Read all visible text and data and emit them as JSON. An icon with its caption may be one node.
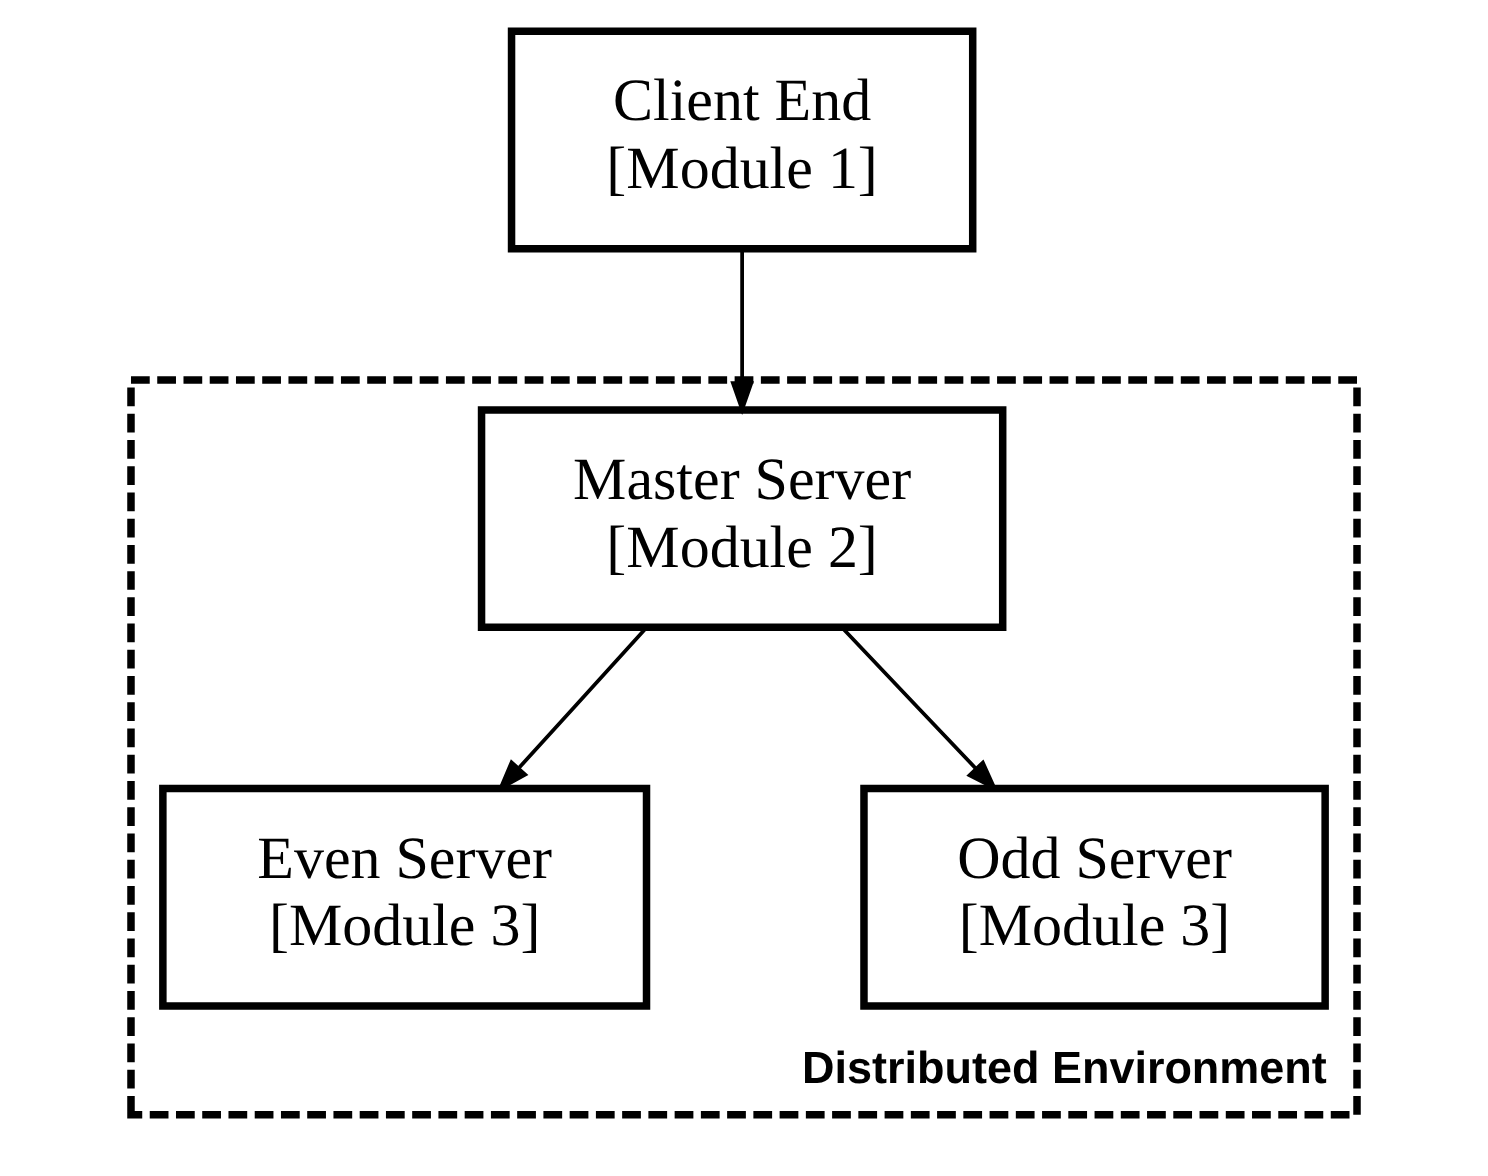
{
  "diagram": {
    "nodes": [
      {
        "text": [
          "Distributed Environment"
        ]
      },
      {
        "text": [
          "Client End [Module 1]"
        ]
      },
      {
        "text": [
          "Master Server [Module 2]"
        ],
        "in": 0
      },
      {
        "text": [
          "Even Server [Module 3]"
        ],
        "in": 0
      },
      {
        "text": [
          "Odd Server [Module 3]"
        ],
        "in": 0
      }
    ],
    "edges": [
      {
        "from": 1,
        "to": 2,
        "arrow": "to"
      },
      {
        "from": 2,
        "to": 3,
        "arrow": "to"
      },
      {
        "from": 2,
        "to": 4,
        "arrow": "to"
      }
    ]
  }
}
